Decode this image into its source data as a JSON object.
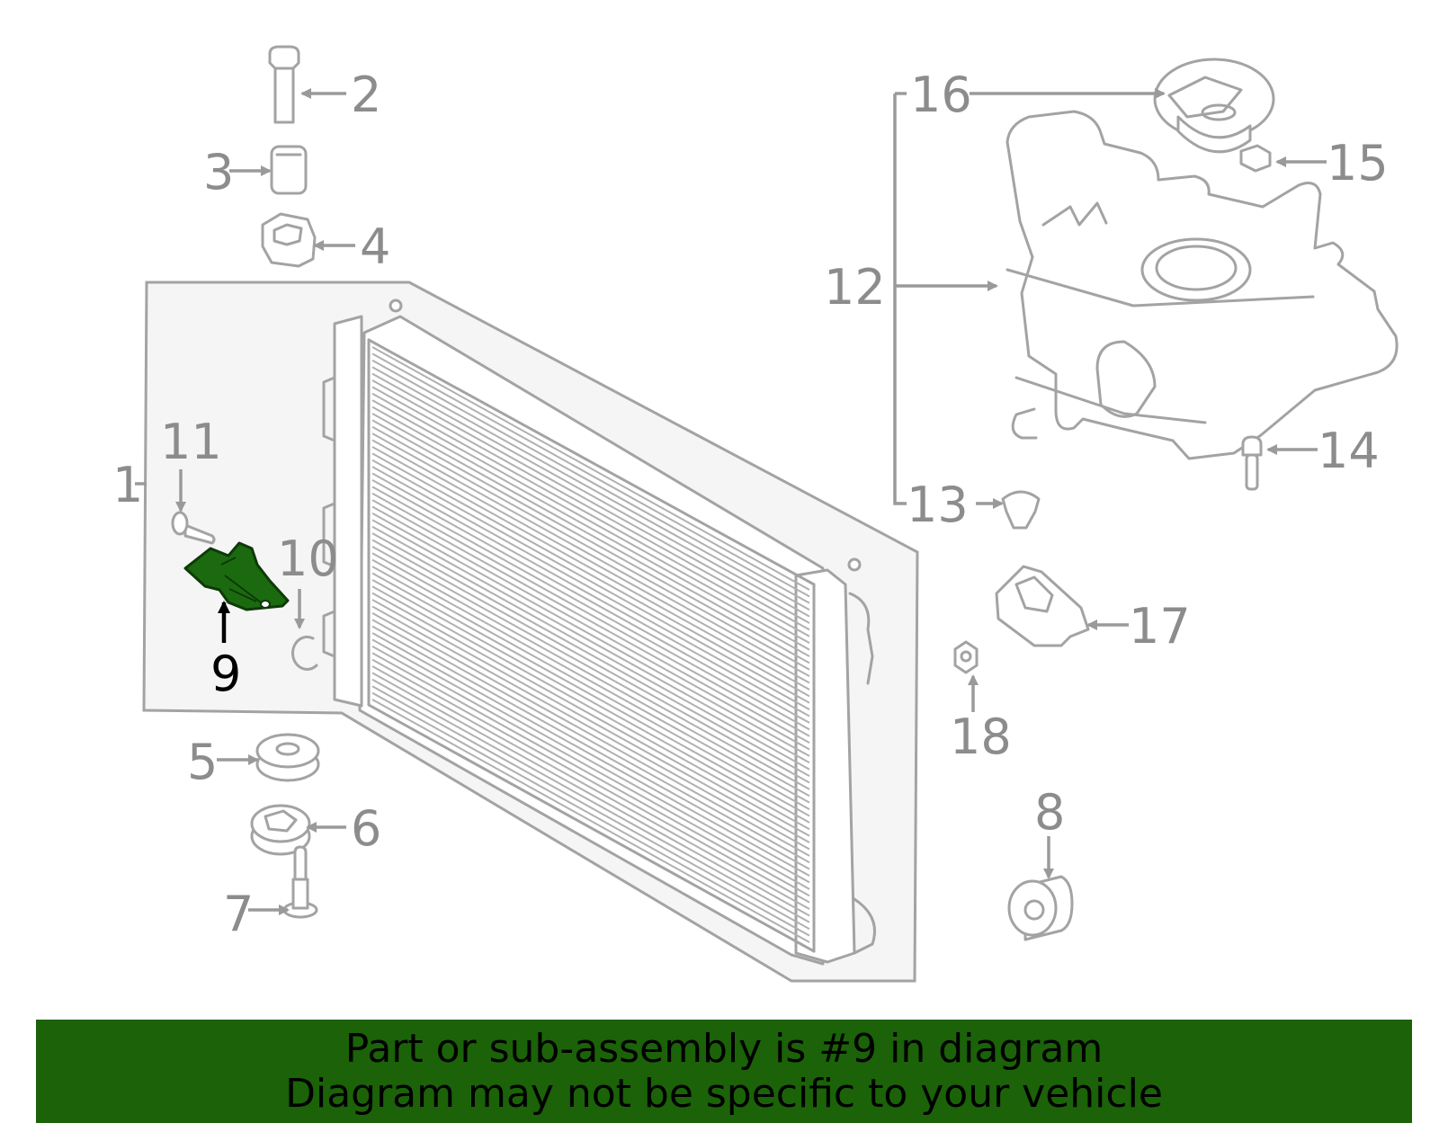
{
  "diagram": {
    "callouts": {
      "c1": "1",
      "c2": "2",
      "c3": "3",
      "c4": "4",
      "c5": "5",
      "c6": "6",
      "c7": "7",
      "c8": "8",
      "c9": "9",
      "c10": "10",
      "c11": "11",
      "c12": "12",
      "c13": "13",
      "c14": "14",
      "c15": "15",
      "c16": "16",
      "c17": "17",
      "c18": "18"
    },
    "highlighted_part": "9",
    "colors": {
      "highlight_fill": "#1b6a10",
      "line_art": "#a3a3a3",
      "callout_text": "#8c8c8c",
      "panel_fill": "#f5f5f5",
      "banner": "#1b6208"
    }
  },
  "banner": {
    "line1": "Part or sub-assembly is #9 in diagram",
    "line2": "Diagram may not be specific to your vehicle"
  }
}
